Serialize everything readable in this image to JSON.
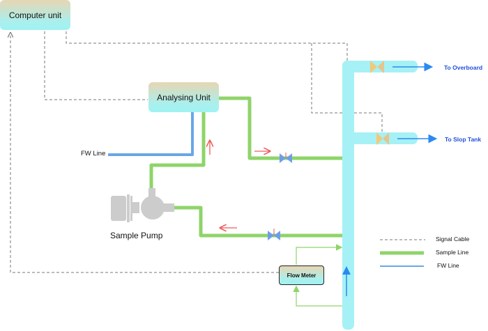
{
  "nodes": {
    "computer_unit": "Computer unit",
    "analysing_unit": "Analysing Unit",
    "flow_meter": "Flow Meter",
    "sample_pump": "Sample Pump",
    "fw_line": "FW Line"
  },
  "destinations": {
    "overboard": "To Overboard",
    "slop_tank": "To Slop Tank"
  },
  "legend": [
    {
      "label": "Signal Cable",
      "style": "dashed",
      "color": "#777777"
    },
    {
      "label": "Sample Line",
      "style": "solid-thick",
      "color": "#8fd46a"
    },
    {
      "label": "FW Line",
      "style": "solid",
      "color": "#6aa6e8"
    }
  ],
  "colors": {
    "sample_line": "#8fd46a",
    "fw_line": "#6aa6e8",
    "main_pipe": "#a6f1f5",
    "signal_cable": "#777777",
    "flow_arrow": "#f05a5a",
    "discharge_arrow": "#2a8af0",
    "valve_blue": "#6f9ee8",
    "valve_yellow": "#f1c978"
  }
}
